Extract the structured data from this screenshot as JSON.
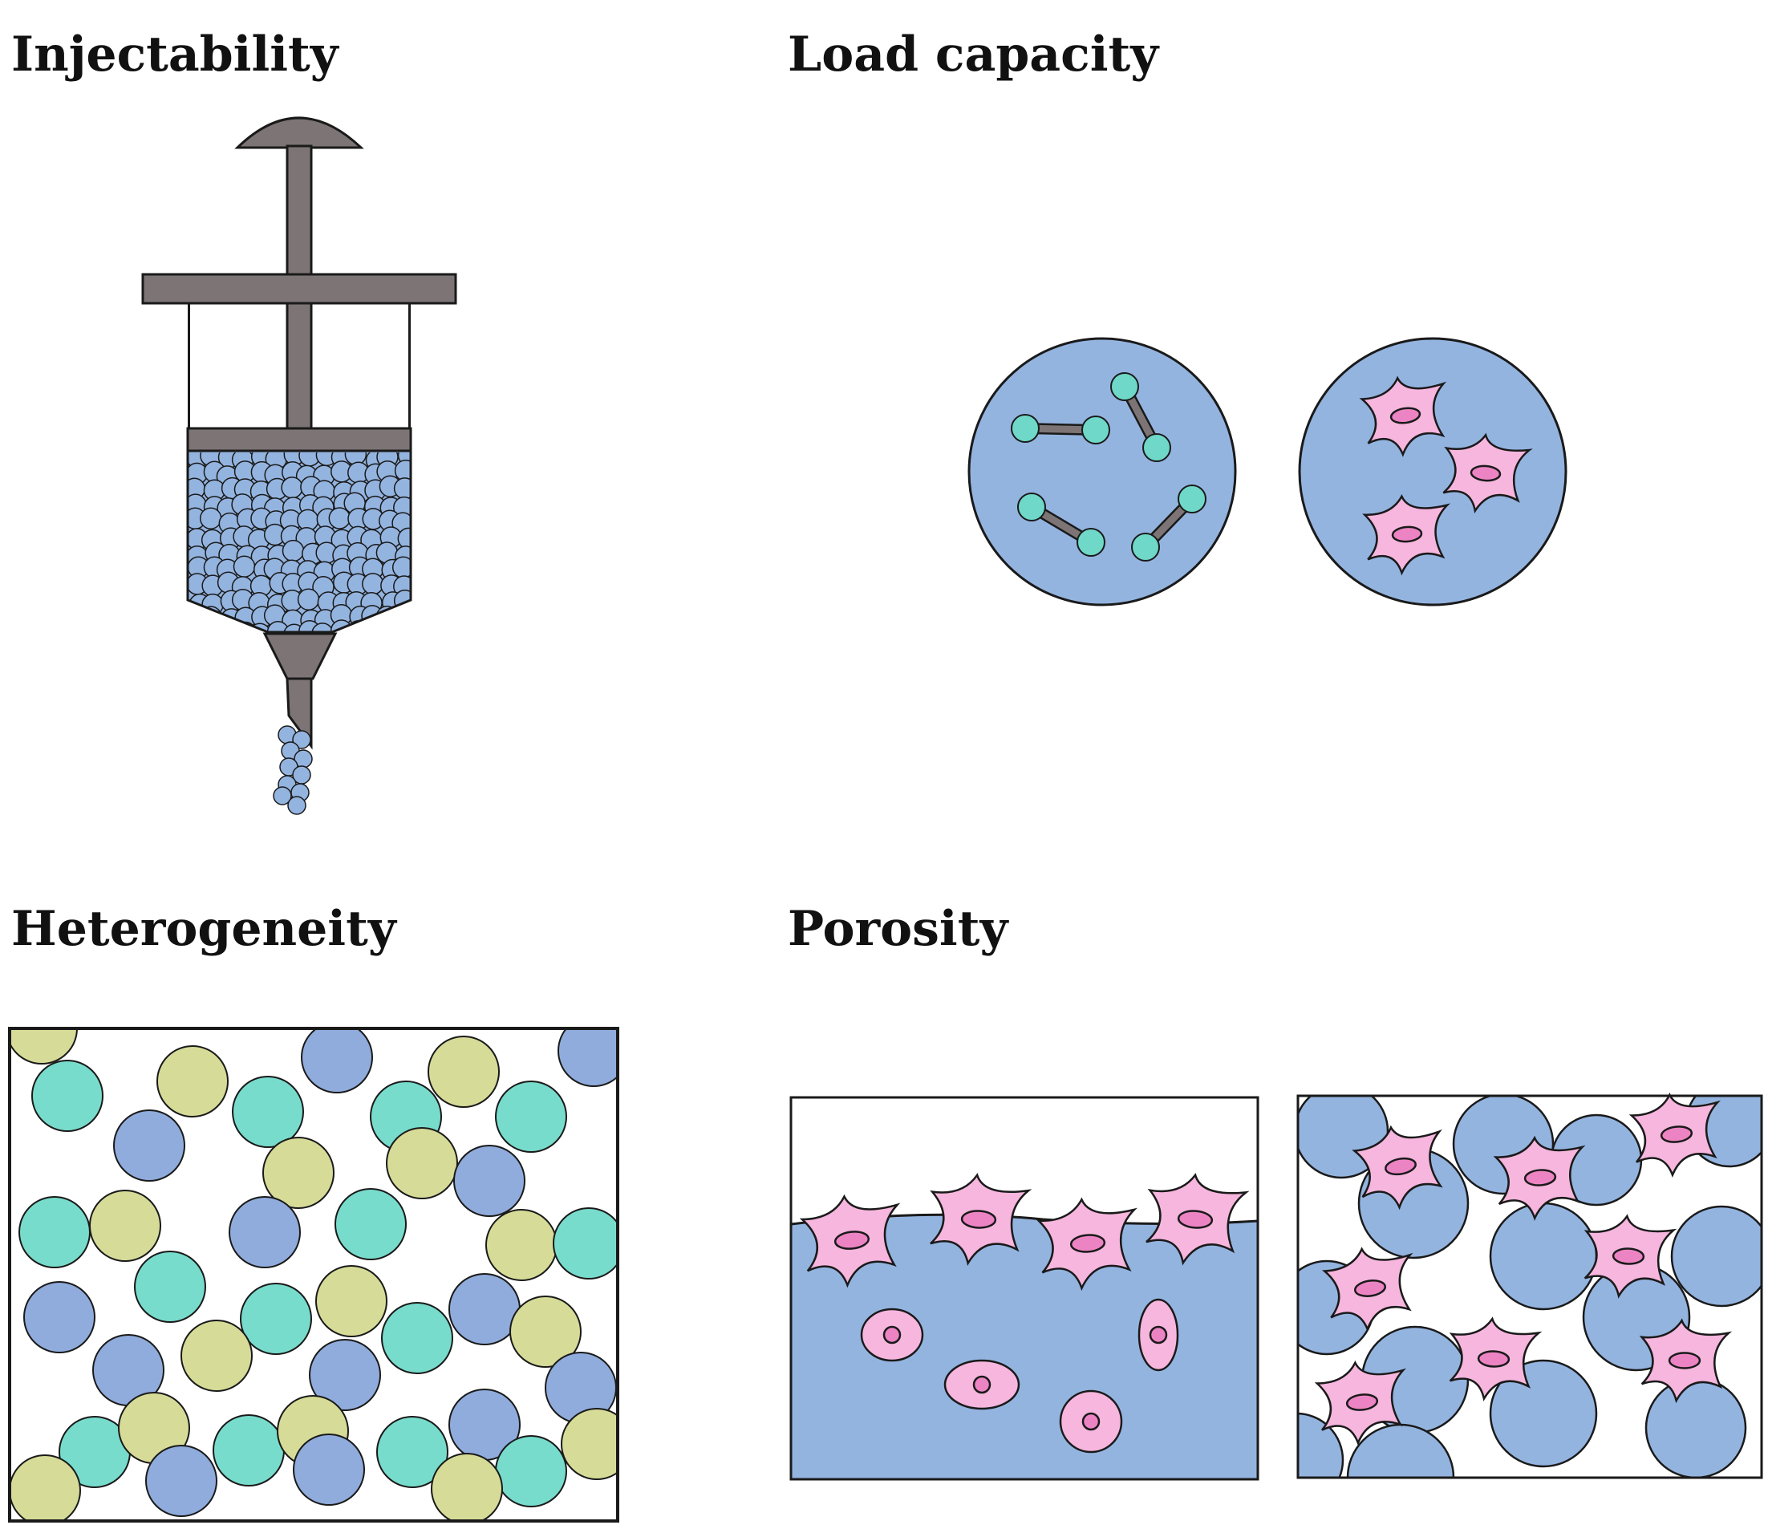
{
  "panels": {
    "injectability": {
      "title": "Injectability"
    },
    "load_capacity": {
      "title": "Load capacity"
    },
    "heterogeneity": {
      "title": "Heterogeneity"
    },
    "porosity": {
      "title": "Porosity"
    }
  },
  "colors": {
    "outline": "#1a1a1a",
    "syringe_gray": "#7d7575",
    "microgel_blue": "#94b4e0",
    "molecule_teal": "#6fd8c8",
    "cell_pink": "#f6b6dd",
    "nucleus_pink": "#ec84c4",
    "particle_yellow": "#d6dc98",
    "particle_teal": "#78dccc",
    "particle_blue": "#90acdc"
  }
}
